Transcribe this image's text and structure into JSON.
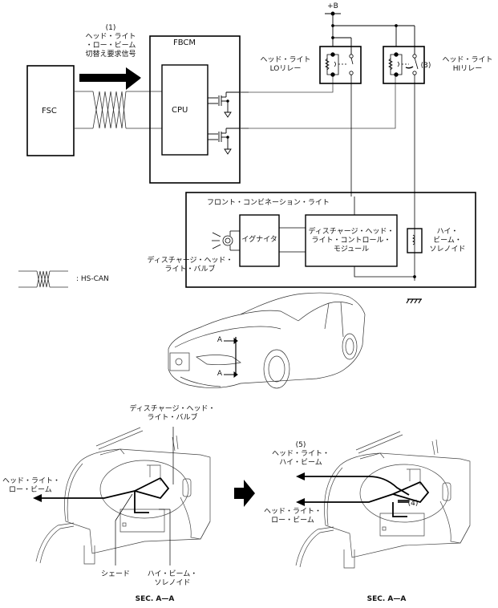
{
  "diagram": {
    "signal_label": {
      "number": "(1)",
      "line1": "ヘッド・ライト",
      "line2": "・ロー・ビーム",
      "line3": "切替え要求信号"
    },
    "fsc": "FSC",
    "fbcm": "FBCM",
    "cpu": "CPU",
    "power": "+B",
    "lo_relay": {
      "line1": "ヘッド・ライト",
      "line2": "LOリレー"
    },
    "hi_relay": {
      "line1": "ヘッド・ライト",
      "line2": "HIリレー",
      "number": "(3)"
    },
    "front_combination_light": "フロント・コンビネーション・ライト",
    "igniter": "イグナイタ",
    "control_module": {
      "line1": "ディスチャージ・ヘッド・",
      "line2": "ライト・コントロール・",
      "line3": "モジュール"
    },
    "solenoid": {
      "line1": "ハイ・",
      "line2": "ビーム・",
      "line3": "ソレノイド"
    },
    "bulb": {
      "line1": "ディスチャージ・ヘッド・",
      "line2": "ライト・バルブ"
    },
    "legend": {
      "label": ": HS-CAN"
    },
    "car": {
      "section_marker_top": "A",
      "section_marker_bottom": "A"
    },
    "section_left": {
      "bulb_line1": "ディスチャージ・ヘッド・",
      "bulb_line2": "ライト・バルブ",
      "beam_line1": "ヘッド・ライト・",
      "beam_line2": "ロー・ビーム",
      "shade": "シェード",
      "solenoid_line1": "ハイ・ビーム・",
      "solenoid_line2": "ソレノイド",
      "caption": "SEC. A—A"
    },
    "section_right": {
      "high_number": "(5)",
      "high_line1": "ヘッド・ライト・",
      "high_line2": "ハイ・ビーム",
      "low_line1": "ヘッド・ライト・",
      "low_line2": "ロー・ビーム",
      "solenoid_number": "(4)",
      "caption": "SEC. A—A"
    }
  }
}
